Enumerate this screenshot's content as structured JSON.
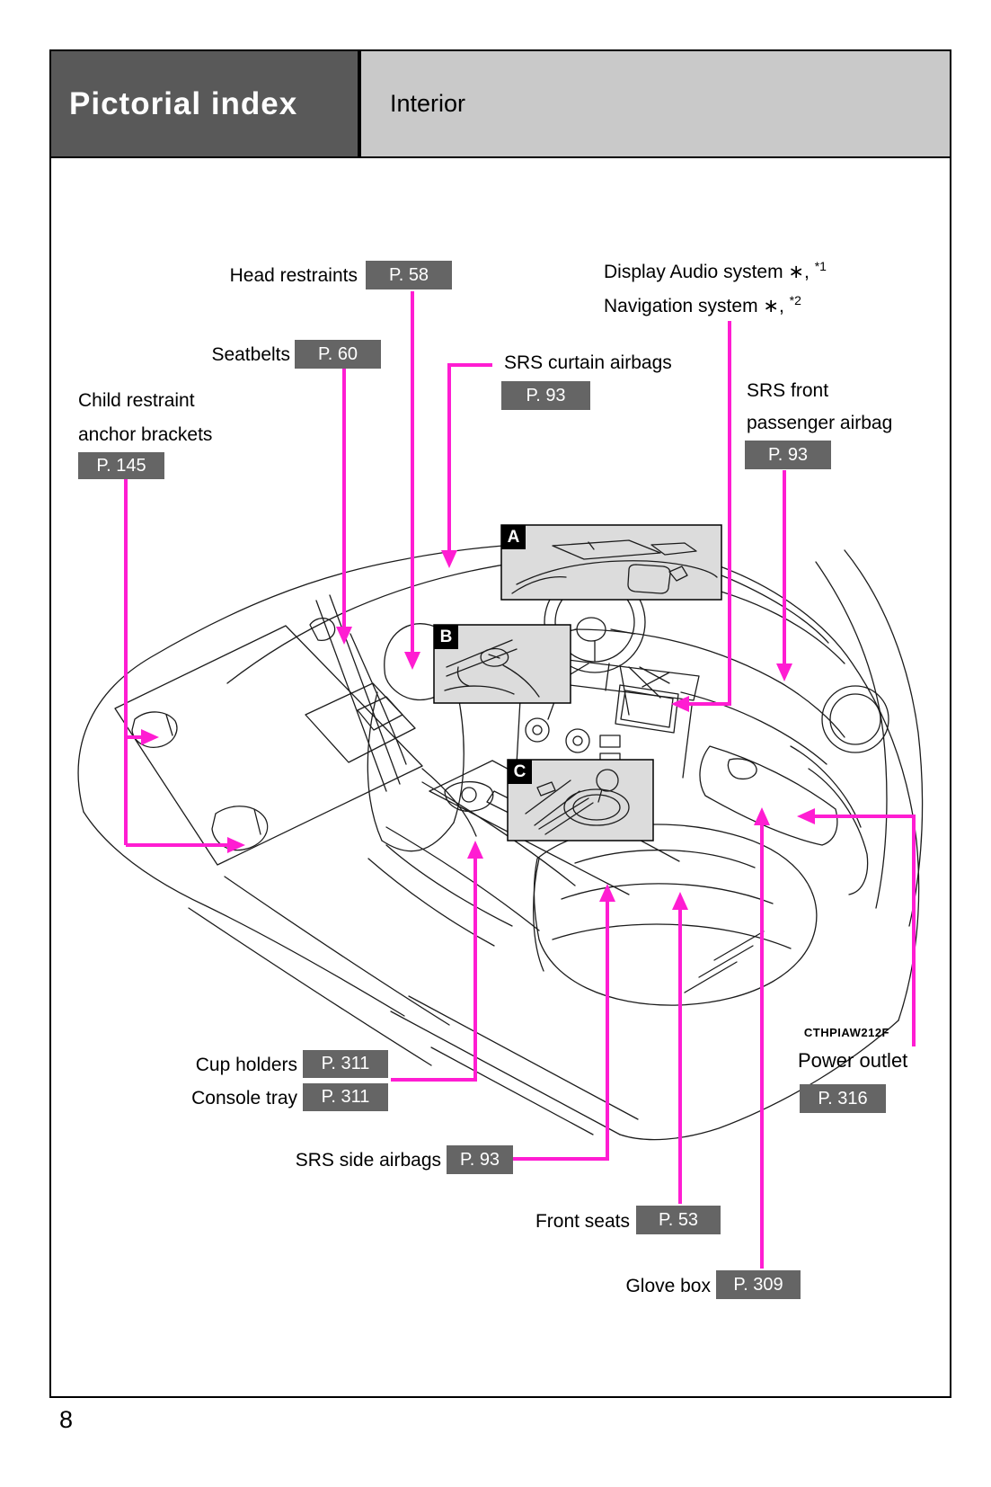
{
  "header": {
    "title": "Pictorial index",
    "section": "Interior"
  },
  "page_number": "8",
  "figure_code": "CTHPIAW212F",
  "colors": {
    "arrow": "#ff1dd2",
    "badge_bg": "#656565",
    "header_dark": "#595959",
    "header_light": "#c9c9c9",
    "inset_bg": "#dcdcdc"
  },
  "insets": [
    {
      "id": "A"
    },
    {
      "id": "B"
    },
    {
      "id": "C"
    }
  ],
  "labels": {
    "head_restraints": {
      "text": "Head restraints",
      "page": "P. 58"
    },
    "seatbelts": {
      "text": "Seatbelts",
      "page": "P. 60"
    },
    "child_restraint": {
      "line1": "Child restraint",
      "line2": "anchor brackets",
      "page": "P. 145"
    },
    "srs_curtain": {
      "text": "SRS curtain airbags",
      "page": "P. 93"
    },
    "display_audio": {
      "line1": "Display Audio system ∗, ",
      "sup1": "*1",
      "line2": "Navigation system ∗, ",
      "sup2": "*2"
    },
    "srs_front": {
      "line1": "SRS front",
      "line2": "passenger airbag",
      "page": "P. 93"
    },
    "cup_holders": {
      "text": "Cup holders",
      "page": "P. 311"
    },
    "console_tray": {
      "text": "Console tray",
      "page": "P. 311"
    },
    "srs_side": {
      "text": "SRS side airbags",
      "page": "P. 93"
    },
    "front_seats": {
      "text": "Front seats",
      "page": "P. 53"
    },
    "glove_box": {
      "text": "Glove box",
      "page": "P. 309"
    },
    "power_outlet": {
      "text": "Power outlet",
      "page": "P. 316"
    }
  }
}
